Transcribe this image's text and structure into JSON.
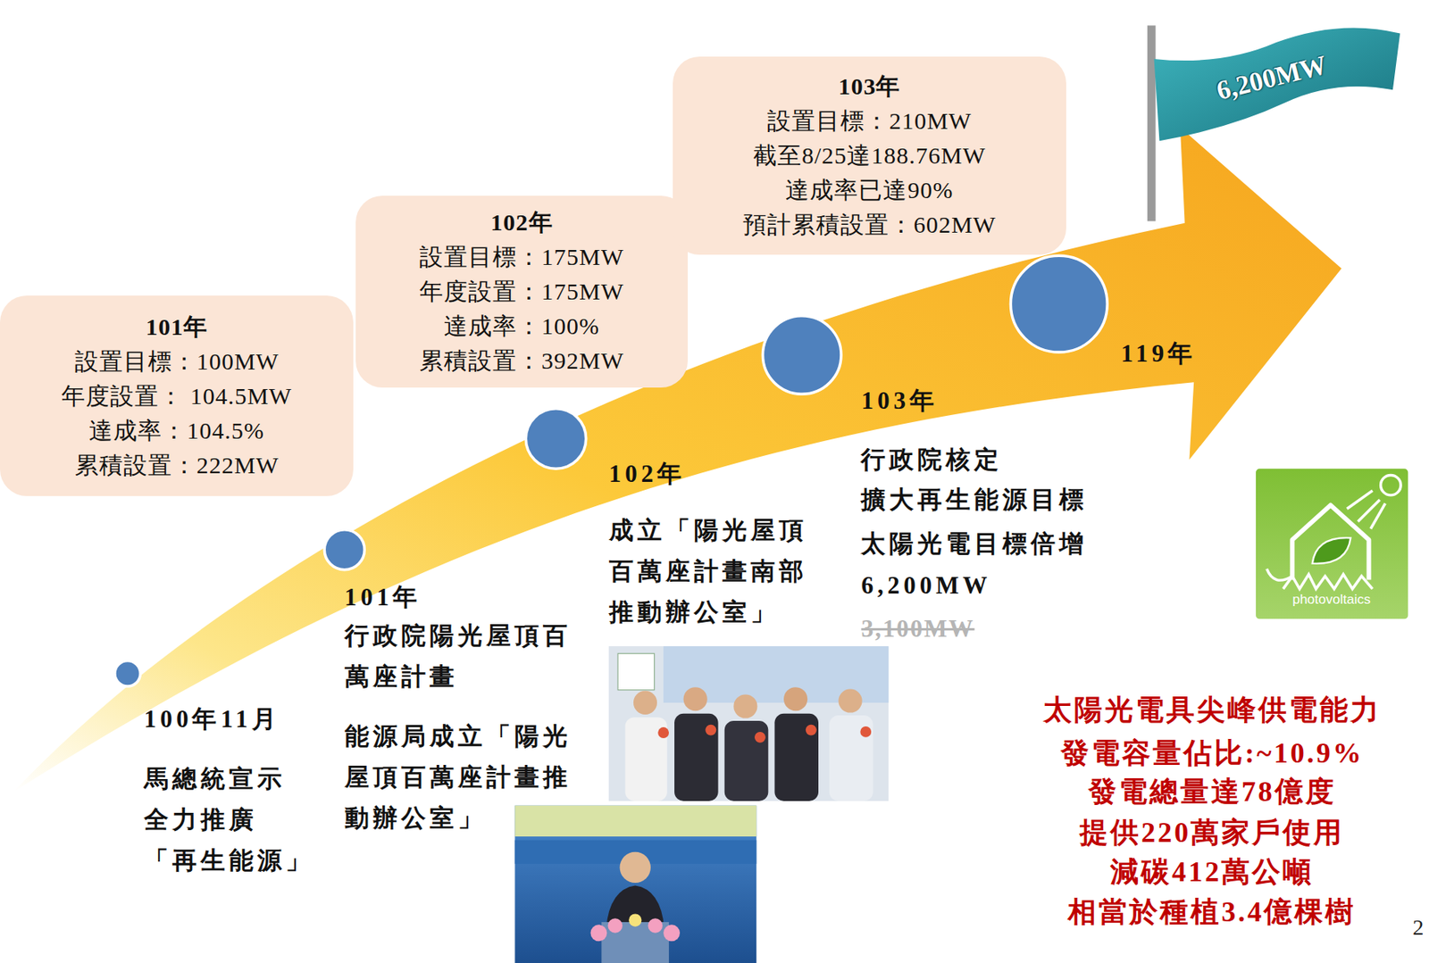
{
  "diagram": {
    "nodes": [
      {
        "text": [
          "101年",
          "設置目標：100MW",
          "年度設置： 104.5MW",
          "達成率：104.5%",
          "累積設置：222MW"
        ]
      },
      {
        "text": [
          "102年",
          "設置目標：175MW",
          "年度設置：175MW",
          "達成率：100%",
          "累積設置：392MW"
        ]
      },
      {
        "text": [
          "103年",
          "設置目標：210MW",
          "截至8/25達188.76MW",
          "達成率已達90%",
          "預計累積設置：602MW"
        ]
      },
      {
        "text": [
          "6,200MW"
        ]
      }
    ],
    "labels": [
      "100年11月",
      "馬總統宣示",
      "全力推廣",
      "「再生能源」",
      "101年",
      "行政院陽光屋頂百萬座計畫",
      "能源局成立「陽光屋頂百萬座計畫推動辦公室」",
      "102年",
      "成立「陽光屋頂百萬座計畫南部推動辦公室」",
      "103年",
      "行政院核定",
      "擴大再生能源目標",
      "太陽光電目標倍增",
      "6,200MW",
      "3,100MW",
      "119年",
      "太陽光電具尖峰供電能力",
      "發電容量佔比:~10.9%",
      "發電總量達78億度",
      "提供220萬家戶使用",
      "減碳412萬公噸",
      "相當於種植3.4億棵樹",
      "photovoltaics",
      "2"
    ]
  }
}
